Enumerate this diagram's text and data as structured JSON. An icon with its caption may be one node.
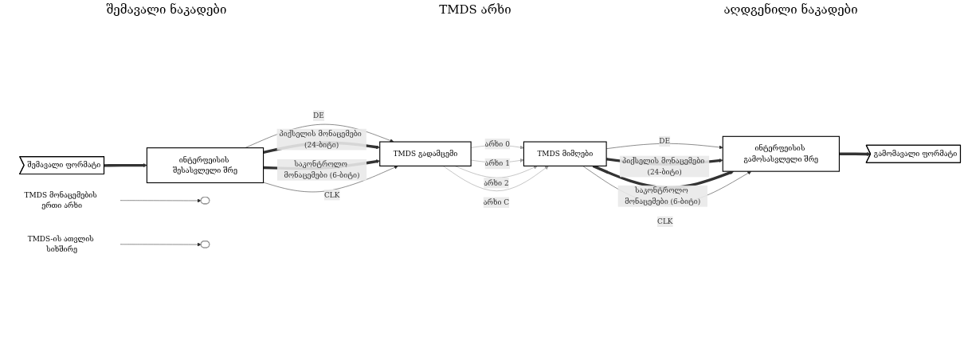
{
  "diagram": {
    "nodes": [
      {
        "text": [
          "შემავალი ფორმატი"
        ]
      },
      {
        "text": [
          "ინტერფეისის შესასვლელი შრე"
        ]
      },
      {
        "text": [
          "TMDS გადამცემი"
        ]
      },
      {
        "text": [
          "TMDS მიმღები"
        ]
      },
      {
        "text": [
          "ინტერფეისის გამოსასვლელი შრე"
        ]
      },
      {
        "text": [
          "გამომავალი ფორმატი"
        ]
      },
      {
        "text": [],
        "shape": "ellipse"
      },
      {
        "text": [],
        "shape": "ellipse"
      },
      {
        "text": [
          "TMDS მონაცემების ერთი არხი"
        ]
      },
      {
        "text": [
          "TMDS-ის ათვლის სიხშირე"
        ]
      }
    ],
    "edges": [
      {
        "from": 0,
        "to": 1,
        "arrow": "to",
        "style": "thick"
      },
      {
        "from": 1,
        "to": 2,
        "arrow": "to",
        "label": "DE"
      },
      {
        "from": 1,
        "to": 2,
        "arrow": "to",
        "label": "პიქსელის მონაცემები (24-ბიტი)",
        "style": "thick"
      },
      {
        "from": 1,
        "to": 2,
        "arrow": "to",
        "label": "საკონტროლო მონაცემები (6-ბიტი)",
        "style": "thick"
      },
      {
        "from": 1,
        "to": 2,
        "arrow": "to",
        "label": "CLK"
      },
      {
        "from": 2,
        "to": 3,
        "arrow": "to",
        "label": "არხი 0",
        "color": "#999999"
      },
      {
        "from": 2,
        "to": 3,
        "arrow": "to",
        "label": "არხი 1",
        "color": "#999999"
      },
      {
        "from": 2,
        "to": 3,
        "arrow": "to",
        "label": "არხი 2",
        "color": "#999999"
      },
      {
        "from": 2,
        "to": 3,
        "arrow": "to",
        "label": "არხი C",
        "color": "#999999"
      },
      {
        "from": 3,
        "to": 4,
        "arrow": "to",
        "label": "DE"
      },
      {
        "from": 3,
        "to": 4,
        "arrow": "to",
        "label": "პიქსელის მონაცემები (24-ბიტი)",
        "style": "thick"
      },
      {
        "from": 3,
        "to": 4,
        "arrow": "to",
        "label": "საკონტროლო მონაცემები (6-ბიტი)",
        "style": "thick"
      },
      {
        "from": 3,
        "to": 4,
        "arrow": "to",
        "label": "CLK"
      },
      {
        "from": 4,
        "to": 5,
        "arrow": "to",
        "style": "thick"
      },
      {
        "from": 8,
        "to": 6,
        "arrow": "to"
      },
      {
        "from": 9,
        "to": 7,
        "arrow": "to"
      }
    ],
    "labels": [
      "შემავალი ნაკადები",
      "TMDS არხი",
      "აღდგენილი ნაკადები"
    ]
  }
}
